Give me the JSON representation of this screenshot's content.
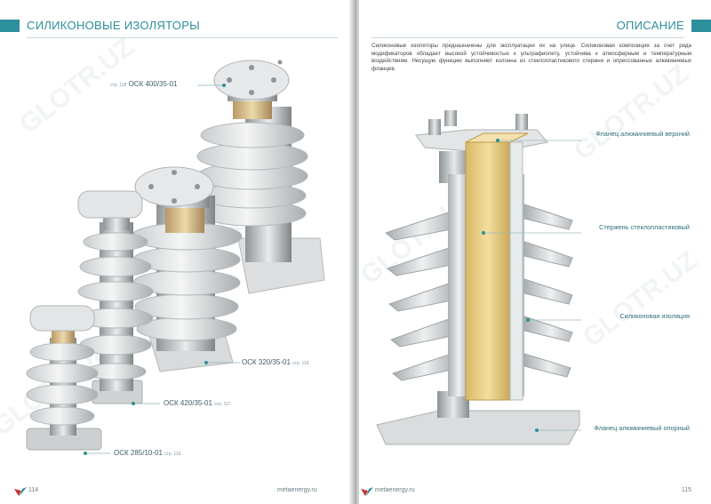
{
  "left_page": {
    "title": "СИЛИКОНОВЫЕ ИЗОЛЯТОРЫ",
    "page_number": "114",
    "site": "metaenergy.ru",
    "labels": [
      {
        "ref": "стр. 118",
        "name": "ОСК 400/35-01"
      },
      {
        "name": "ОСК 320/35-01",
        "ref": "стр. 116"
      },
      {
        "name": "ОСК 420/35-01",
        "ref": "стр. 117"
      },
      {
        "name": "ОСК 285/10-01",
        "ref": "стр. 116"
      }
    ]
  },
  "right_page": {
    "title": "ОПИСАНИЕ",
    "page_number": "115",
    "site": "metaenergy.ru",
    "description": "Силиконовые изоляторы предназначены для эксплуатации их на улице. Силиконовая композиция за счет ряда модификаторов обладает высокой устойчивостью к ультрафиолету, устойчива к атмосферным и температурным воздействиям. Несущую функцию выполняет колонна из стеклопластикового стержня и опрессованных алюминиевых фланцев.",
    "callouts": [
      "Фланец алюминиевый верхний",
      "Стержень стеклопластиковый",
      "Силиконовая изоляция",
      "Фланец алюминиевый опорный"
    ]
  },
  "watermark": "GLOTR.UZ",
  "colors": {
    "accent": "#2e8f9c",
    "silicone": "#dfe2e3",
    "fiberglass": "#e7cc86",
    "metal": "#b7bbbd"
  }
}
